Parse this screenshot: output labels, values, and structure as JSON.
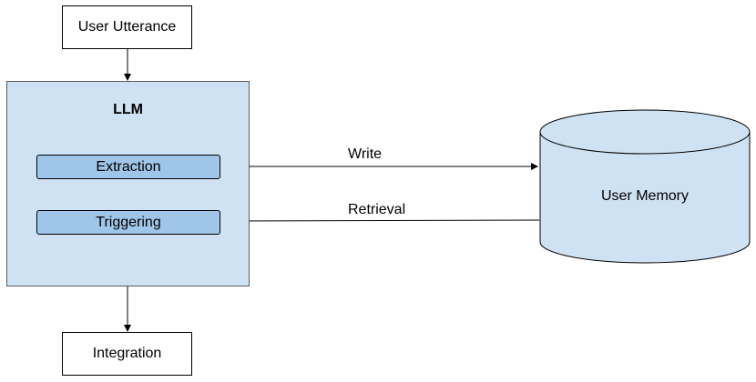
{
  "nodes": {
    "user_utterance": "User Utterance",
    "llm": "LLM",
    "extraction": "Extraction",
    "triggering": "Triggering",
    "user_memory": "User Memory",
    "integration": "Integration"
  },
  "edges": {
    "write": "Write",
    "retrieval": "Retrieval"
  },
  "colors": {
    "llm_fill": "#cfe2f3",
    "module_fill": "#9fc5e8",
    "memory_fill": "#cfe2f3",
    "stroke": "#000000"
  }
}
